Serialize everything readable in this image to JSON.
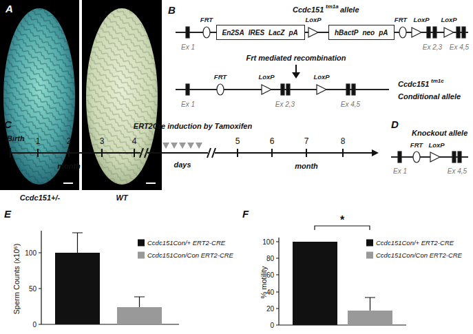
{
  "diagram": {
    "nodes": [
      {
        "text": [
          "En2SA",
          "IRES",
          "LacZ",
          "pA"
        ]
      },
      {
        "text": [
          "hBactP",
          "neo",
          "pA"
        ]
      }
    ],
    "labels": [
      "A",
      "Ccdc151+/-",
      "WT",
      "B",
      "Ccdc151",
      "tm1a",
      "allele",
      "FRT",
      "LoxP",
      "FRT",
      "LoxP",
      "LoxP",
      "Ex 1",
      "Ex 2,3",
      "Ex 4,5",
      "Frt mediated recombination",
      "FRT",
      "LoxP",
      "LoxP",
      "Ex 1",
      "Ex 2,3",
      "Ex 4,5",
      "Ccdc151",
      "tm1c",
      "Conditional allele",
      "C",
      "ERT2Cre induction by Tamoxifen",
      "Birth",
      "1",
      "2",
      "3",
      "4",
      "days",
      "5",
      "6",
      "7",
      "8",
      "month",
      "month",
      "D",
      "Knockout allele",
      "FRT",
      "LoxP",
      "Ex 1",
      "Ex 4,5",
      "E",
      "Sperm Counts (x10⁶)",
      "0",
      "50",
      "100",
      "F",
      "% motility",
      "0",
      "20",
      "40",
      "60",
      "80",
      "100",
      "*"
    ],
    "legend": [
      {
        "text": "Ccdc151Con/+ ERT2-CRE",
        "color": "#111111"
      },
      {
        "text": "Ccdc151Con/Con ERT2-CRE",
        "color": "#999999"
      },
      {
        "text": "Ccdc151Con/+ ERT2-CRE",
        "color": "#111111"
      },
      {
        "text": "Ccdc151Con/Con ERT2-CRE",
        "color": "#999999"
      }
    ]
  }
}
